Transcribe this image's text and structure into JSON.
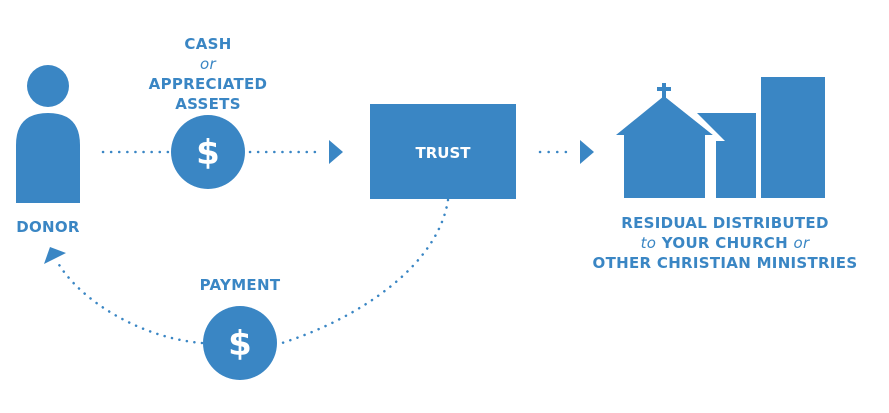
{
  "colors": {
    "primary": "#3a86c4",
    "background": "#ffffff",
    "icon_text": "#ffffff"
  },
  "nodes": {
    "donor": {
      "label": "DONOR",
      "icon": "person-icon"
    },
    "asset_transfer": {
      "line1": "CASH",
      "line2": "or",
      "line3": "APPRECIATED",
      "line4": "ASSETS",
      "icon": "dollar-coin-icon",
      "symbol": "$"
    },
    "trust": {
      "label": "TRUST"
    },
    "recipient": {
      "line1": "RESIDUAL DISTRIBUTED",
      "line2_prefix": "to",
      "line2_main": "YOUR CHURCH",
      "line2_suffix": "or",
      "line3": "OTHER CHRISTIAN MINISTRIES",
      "icon": "church-buildings-icon"
    },
    "payment": {
      "label": "PAYMENT",
      "icon": "dollar-coin-icon",
      "symbol": "$"
    }
  },
  "flows": [
    {
      "from": "donor",
      "to": "trust",
      "via": "asset_transfer"
    },
    {
      "from": "trust",
      "to": "recipient"
    },
    {
      "from": "trust",
      "to": "donor",
      "via": "payment"
    }
  ]
}
